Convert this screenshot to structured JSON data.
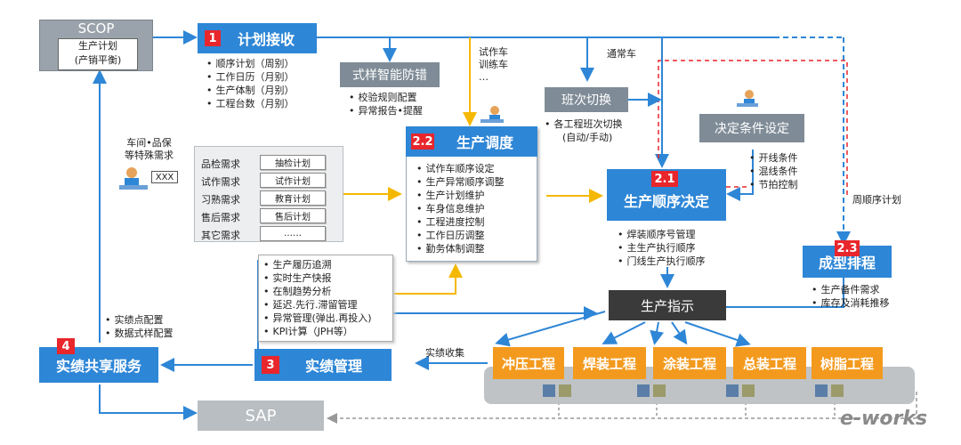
{
  "scop": {
    "title": "SCOP",
    "line1": "生产计划",
    "line2": "(产销平衡)"
  },
  "plan_receive": {
    "badge": "1",
    "label": "计划接收",
    "items": [
      "顺序计划（周别）",
      "工作日历（月别）",
      "生产体制（月别）",
      "工程台数（月别）"
    ]
  },
  "anti_error": {
    "label": "式样智能防错",
    "items": [
      "校验规则配置",
      "异常报告•提醒"
    ]
  },
  "trial_note": {
    "line1": "试作车",
    "line2": "训练车",
    "line3": "…"
  },
  "normal_car": "通常车",
  "shift_switch": {
    "label": "班次切换",
    "items": [
      "各工程班次切换"
    ],
    "sub": "(自动/手动)"
  },
  "decide_cond": {
    "label": "决定条件设定",
    "items": [
      "开线条件",
      "混线条件",
      "节拍控制"
    ]
  },
  "weekly_plan": "周顺序计划",
  "special_demand": {
    "line1": "车间•品保",
    "line2": "等特殊需求",
    "doc": "XXX"
  },
  "requests": [
    {
      "label": "品检需求",
      "box": "抽检计划"
    },
    {
      "label": "试作需求",
      "box": "试作计划"
    },
    {
      "label": "习熟需求",
      "box": "教育计划"
    },
    {
      "label": "售后需求",
      "box": "售后计划"
    },
    {
      "label": "其它需求",
      "box": "……"
    }
  ],
  "prod_dispatch": {
    "badge": "2.2",
    "label": "生产调度",
    "items": [
      "试作车顺序设定",
      "生产异常顺序调整",
      "生产计划维护",
      "车身信息维护",
      "工程进度控制",
      "工作日历调整",
      "勤务体制调整"
    ]
  },
  "seq_decide": {
    "badge": "2.1",
    "label": "生产顺序决定",
    "items": [
      "焊装顺序号管理",
      "主生产执行顺序",
      "门线生产执行顺序"
    ]
  },
  "forming": {
    "badge": "2.3",
    "label": "成型排程",
    "items": [
      "生产备件需求",
      "库存及消耗推移"
    ]
  },
  "functions": {
    "items": [
      "生产履历追溯",
      "实时生产快报",
      "在制趋势分析",
      "延迟.先行.滞留管理",
      "异常管理(弹出.再投入)",
      "KPI计算（JPH等）"
    ]
  },
  "prod_instruct": "生产指示",
  "share_config": {
    "items": [
      "实绩点配置",
      "数据式样配置"
    ]
  },
  "share_service": {
    "badge": "4",
    "label": "实绩共享服务"
  },
  "perf_manage": {
    "badge": "3",
    "label": "实绩管理"
  },
  "perf_collect": "实绩收集",
  "processes": [
    "冲压工程",
    "焊装工程",
    "涂装工程",
    "总装工程",
    "树脂工程"
  ],
  "sap": "SAP",
  "logo": "e-works"
}
